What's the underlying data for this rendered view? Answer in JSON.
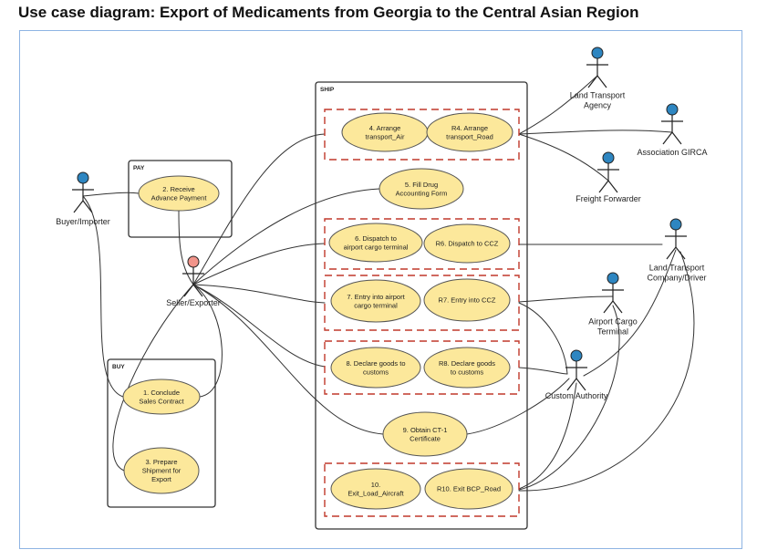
{
  "title": "Use case diagram: Export of Medicaments from Georgia to the Central Asian Region",
  "colors": {
    "usecase_fill": "#fce89b",
    "usecase_stroke": "#555555",
    "group_dash": "#c0392b",
    "actor_head_blue": "#2e86c1",
    "actor_head_red": "#f1948a",
    "frame_border": "#8eb4e3"
  },
  "boxes": {
    "ship": "SHIP",
    "pay": "PAY",
    "buy": "BUY"
  },
  "actors": {
    "buyer": "Buyer/Importer",
    "seller": "Seller/Exporter",
    "land_agency": [
      "Land Transport",
      "Agency"
    ],
    "girca": "Association GIRCA",
    "freight": "Freight Forwarder",
    "land_company": [
      "Land Transport",
      "Company/Driver"
    ],
    "airport": [
      "Airport Cargo",
      "Terminal"
    ],
    "custom": "Custom Authority"
  },
  "use_cases": {
    "uc1": [
      "1. Conclude",
      "Sales Contract"
    ],
    "uc2": [
      "2. Receive",
      "Advance Payment"
    ],
    "uc3": [
      "3. Prepare",
      "Shipment for",
      "Export"
    ],
    "uc4": [
      "4. Arrange",
      "transport_Air"
    ],
    "ucR4": [
      "R4. Arrange",
      "transport_Road"
    ],
    "uc5": [
      "5. Fill Drug",
      "Accounting Form"
    ],
    "uc6": [
      "6. Dispatch to",
      "airport cargo terminal"
    ],
    "ucR6": [
      "R6. Dispatch to CCZ"
    ],
    "uc7": [
      "7. Entry into airport",
      "cargo terminal"
    ],
    "ucR7": [
      "R7. Entry into CCZ"
    ],
    "uc8": [
      "8. Declare goods to",
      "customs"
    ],
    "ucR8": [
      "R8. Declare goods",
      "to customs"
    ],
    "uc9": [
      "9.  Obtain CT-1",
      "Certificate"
    ],
    "uc10": [
      "10.",
      "Exit_Load_Aircraft"
    ],
    "ucR10": [
      "R10. Exit BCP_Road"
    ]
  }
}
